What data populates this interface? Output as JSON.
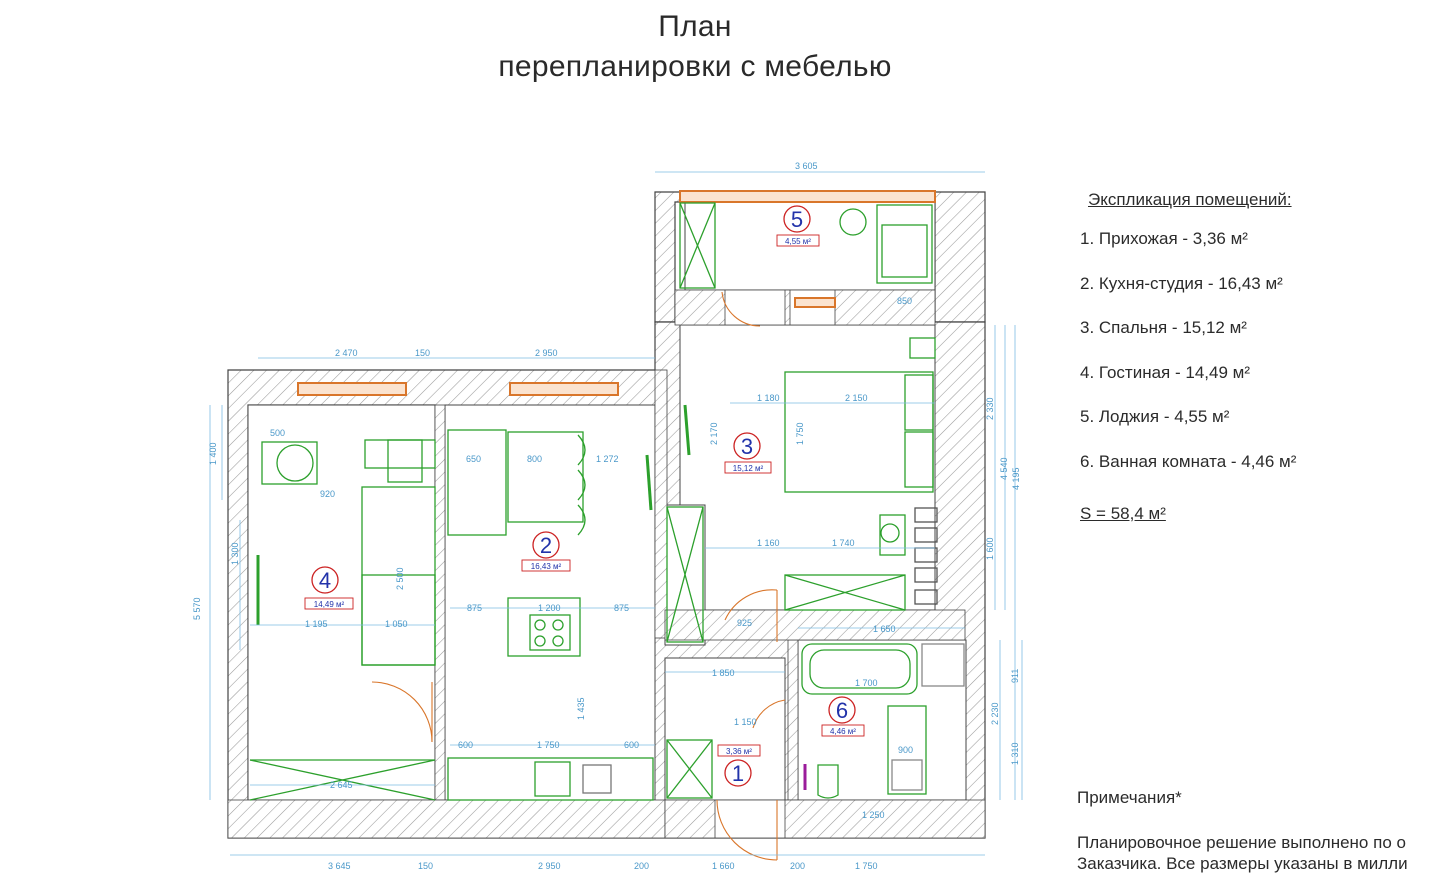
{
  "title_line1": "План",
  "title_line2": "перепланировки с мебелью",
  "explication": {
    "heading": "Экспликация помещений:",
    "rooms": [
      {
        "num": "1",
        "label": "1. Прихожая - 3,36 м²",
        "area": "3,36 м²"
      },
      {
        "num": "2",
        "label": "2. Кухня-студия - 16,43 м²",
        "area": "16,43 м²"
      },
      {
        "num": "3",
        "label": "3. Спальня - 15,12 м²",
        "area": "15,12 м²"
      },
      {
        "num": "4",
        "label": "4. Гостиная - 14,49 м²",
        "area": "14,49 м²"
      },
      {
        "num": "5",
        "label": "5. Лоджия - 4,55 м²",
        "area": "4,55 м²"
      },
      {
        "num": "6",
        "label": "6. Ванная комната - 4,46 м²",
        "area": "4,46 м²"
      }
    ],
    "total": "S = 58,4  м²"
  },
  "notes": {
    "heading": "Примечания*",
    "line1": "Планировочное решение выполнено по о",
    "line2": "Заказчика. Все размеры указаны в милли"
  },
  "dimensions": {
    "top_loggia": "3 605",
    "top_left_a": "2 470",
    "top_left_b": "150",
    "top_mid": "2 950",
    "left_total": "5 570",
    "left_1": "1 400",
    "left_2": "1 300",
    "right_1": "2 330",
    "right_2": "4 540",
    "right_3": "4 195",
    "right_4": "1 600",
    "right_5": "2 230",
    "right_6": "1 310",
    "right_7": "911",
    "bottom_1": "3 645",
    "bottom_2": "150",
    "bottom_3": "2 950",
    "bottom_4": "200",
    "bottom_5": "1 660",
    "bottom_6": "200",
    "bottom_7": "1 750",
    "bedroom_1180": "1 180",
    "bedroom_2150": "2 150",
    "bedroom_1750": "1 750",
    "bedroom_1740": "1 740",
    "bedroom_1160": "1 160",
    "bedroom_2170": "2 170",
    "kitchen_1272": "1 272",
    "kitchen_800": "800",
    "kitchen_650": "650",
    "kitchen_1200": "1 200",
    "kitchen_875a": "875",
    "kitchen_875b": "875",
    "kitchen_1750": "1 750",
    "kitchen_600a": "600",
    "kitchen_600b": "600",
    "kitchen_1435": "1 435",
    "living_1195": "1 195",
    "living_1050": "1 050",
    "living_920": "920",
    "living_2500": "2 500",
    "living_500": "500",
    "living_2645": "2 645",
    "hall_1850": "1 850",
    "hall_925": "925",
    "hall_1150": "1 150",
    "bath_1650": "1 650",
    "bath_1700": "1 700",
    "bath_900": "900",
    "bath_1250": "1 250",
    "loggia_850": "850"
  },
  "colors": {
    "wall_hatch": "#8a8a8a",
    "furniture": "#2ca02c",
    "dimension": "#5aa9d6",
    "window": "#d9762b",
    "room_marker": "#2233aa",
    "area_box": "#cc2222"
  }
}
